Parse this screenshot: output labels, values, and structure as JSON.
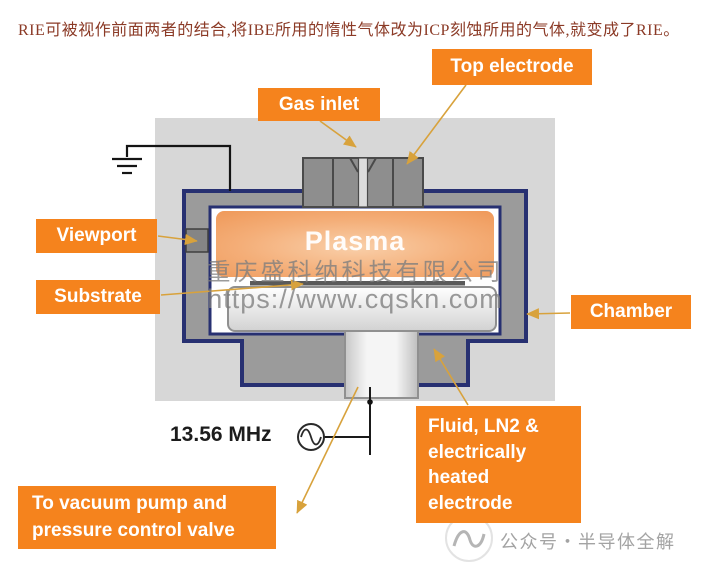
{
  "title": "RIE可被视作前面两者的结合,将IBE所用的惰性气体改为ICP刻蚀所用的气体,就变成了RIE。",
  "diagram": {
    "plasma": "Plasma",
    "frequency": "13.56 MHz",
    "watermark_company": "重庆盛科纳科技有限公司",
    "watermark_url": "https://www.cqskn.com"
  },
  "labels": {
    "top_electrode": "Top electrode",
    "gas_inlet": "Gas inlet",
    "viewport": "Viewport",
    "substrate": "Substrate",
    "chamber": "Chamber",
    "fluid_electrode": "Fluid, LN2 & electrically heated electrode",
    "vacuum_pump": "To vacuum pump and pressure control valve"
  },
  "footer": {
    "wechat_account": "公众号・半导体全解"
  },
  "colors": {
    "label_orange": "#F5831D",
    "chamber_outline_navy": "#273071",
    "connector_gold": "#D8A23C",
    "plasma_orange": "#F2A368",
    "diagram_background": "#D7D7D7"
  }
}
